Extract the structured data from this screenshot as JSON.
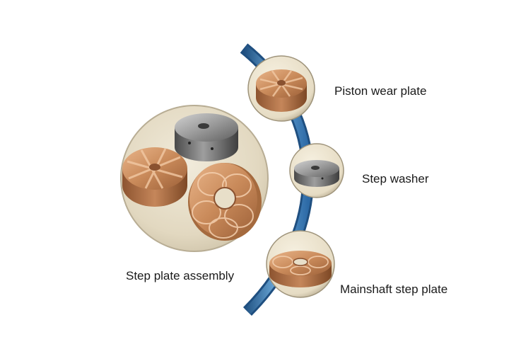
{
  "diagram": {
    "labels": {
      "assembly": "Step plate assembly",
      "piston": "Piston wear plate",
      "washer": "Step washer",
      "mainshaft": "Mainshaft step plate"
    },
    "colors": {
      "arc": "#3d86c2",
      "arc_edge": "#1f4f80",
      "circle_fill": "#e8dfc9",
      "bronze": "#c98a5a",
      "steel": "#8d8d8d"
    },
    "icons": [
      "bronze-disc-icon",
      "steel-washer-icon",
      "grooved-ring-icon"
    ]
  }
}
